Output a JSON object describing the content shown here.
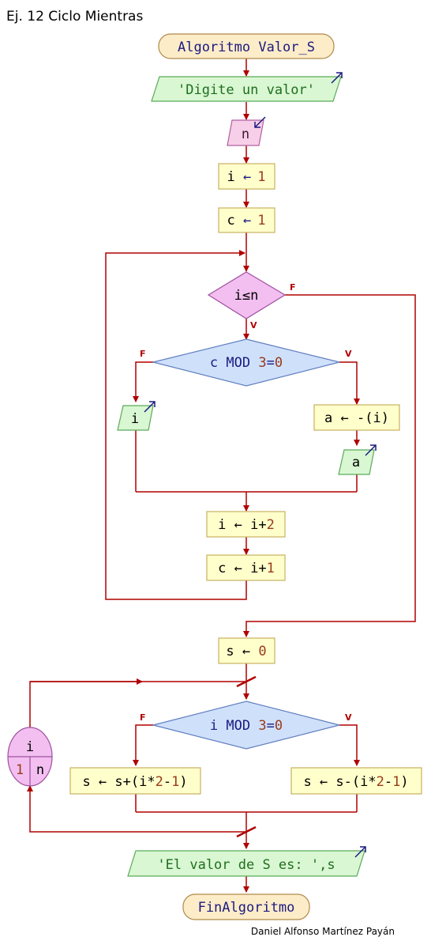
{
  "title": "Ej. 12 Ciclo Mientras",
  "author": "Daniel Alfonso Martínez Payán",
  "colors": {
    "line": "#b00000",
    "terminal_fill": "#fdecc8",
    "process_fill": "#ffffcc",
    "output_fill": "#d9f7d2",
    "input_fill": "#f7cfe8",
    "decision_pink": "#f2bff0",
    "decision_blue": "#cfe0fb",
    "io_arrow": "#1a1a80"
  },
  "nodes": {
    "start": "Algoritmo Valor_S",
    "out_prompt": "'Digite un valor'",
    "in_n": "n",
    "assign_i": {
      "var": "i ",
      "arrow": "←",
      "val": "1"
    },
    "assign_c": {
      "var": "c ",
      "arrow": "←",
      "val": "1"
    },
    "while_cond": "i≤n",
    "while_false": "F",
    "while_true": "V",
    "mod_cond": {
      "a": "c MOD ",
      "b": "3",
      "c": "=",
      "d": "0"
    },
    "mod_false": "F",
    "mod_true": "V",
    "out_i": "i",
    "assign_a": "a ← -(i)",
    "out_a": "a",
    "inc_i": {
      "a": "i ← i+",
      "b": "2"
    },
    "inc_c": {
      "a": "c ← i+",
      "b": "1"
    },
    "assign_s": {
      "a": "s ← ",
      "b": "0"
    },
    "for_var": "i",
    "for_from": "1",
    "for_to": "n",
    "mod2_cond": {
      "a": "i MOD ",
      "b": "3",
      "c": "=",
      "d": "0"
    },
    "mod2_false": "F",
    "mod2_true": "V",
    "s_plus": {
      "a": "s ← s+(i*",
      "b": "2",
      "c": "-",
      "d": "1",
      "e": ")"
    },
    "s_minus": {
      "a": "s ← s-(i*",
      "b": "2",
      "c": "-",
      "d": "1",
      "e": ")"
    },
    "out_final": "'El valor de S es: ',s",
    "end": "FinAlgoritmo"
  }
}
